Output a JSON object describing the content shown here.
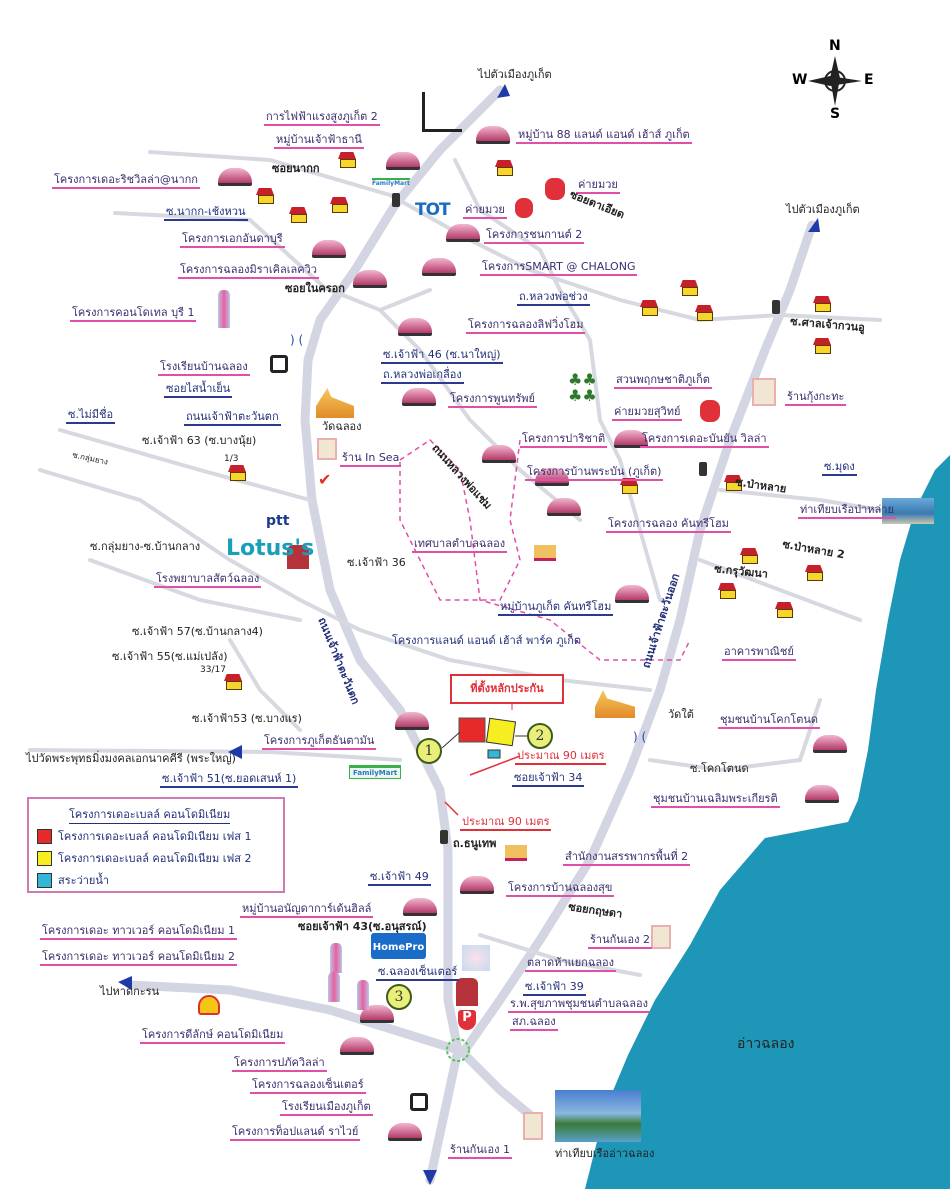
{
  "compass": {
    "n": "N",
    "s": "S",
    "e": "E",
    "w": "W"
  },
  "colors": {
    "sea": "#1e96b8",
    "road": "#d3d6e2",
    "pink": "#e04fa8",
    "blue": "#2b3a8f",
    "phase1": "#e62a2a",
    "phase2": "#f7ee22",
    "pool": "#35b6d8"
  },
  "labels": {
    "to_town_top": "ไปตัวเมืองภูเก็ต",
    "power_station": "การไฟฟ้าแรงสูงภูเก็ต 2",
    "chaofa_thani": "หมู่บ้านเจ้าฟ้าธานี",
    "village88": "หมู่บ้าน 88 แลนด์ แอนด์ เฮ้าส์ ภูเก็ต",
    "soi_nakok": "ซอยนากก",
    "rich_villa": "โครงการเดอะริชวิลล่า@นากก",
    "muay_camp1": "ค่ายมวย",
    "soi_nakok_cheng": "ซ.นากก-เช้งหวน",
    "muay_camp2": "ค่ายมวย",
    "soi_ta_iad": "ซอยตาเอียด",
    "ek_anda": "โครงการเอกอันดาบุรี",
    "chanokan": "โครงการชนกานต์ 2",
    "to_town_right": "ไปตัวเมืองภูเก็ต",
    "miracle_lake": "โครงการฉลองมิราเคิลเลควิว",
    "smart": "โครงการSMART @ CHALONG",
    "soi_nai_khrok": "ซอยในครอก",
    "lp_chuang": "ถ.หลวงพ่อช่วง",
    "condotel": "โครงการคอนโดเทล บุรี 1",
    "soi_shrine": "ซ.ศาลเจ้ากวนอู",
    "living_home": "โครงการฉลองลิฟวิ่งโฮม",
    "chaofa46": "ซ.เจ้าฟ้า 46 (ซ.นาใหญ่)",
    "school_chalong": "โรงเรียนบ้านฉลอง",
    "lp_kluea": "ถ.หลวงพ่อเกลื่อง",
    "botanic": "สวนพฤกษชาติภูเก็ต",
    "soi_sai_nam_yen": "ซอยไสน้ำเย็น",
    "poonsap": "โครงการพูนทรัพย์",
    "kung_kata": "ร้านกุ้งกะทะ",
    "muay_suwit": "ค่ายมวยสุวิทย์",
    "chaofa_west_rd": "ถนนเจ้าฟ้าตะวันตก",
    "wat_chalong": "วัดฉลอง",
    "soi_no_name": "ซ.ไม่มีชื่อ",
    "chaofa63": "ซ.เจ้าฟ้า 63 (ซ.บางนุ้ย)",
    "parichat": "โครงการปาริชาติ",
    "banyan": "โครงการเดอะบันยัน วิลล่า",
    "soi_klum_yang": "ซ.กลุ่มยาง",
    "in_sea": "ร้าน In Sea",
    "no_1_3": "1/3",
    "baan_phraban": "โครงการบ้านพระบัน (ภูเก็ต)",
    "soi_mudong": "ซ.มุดง",
    "soi_palai": "ซ.ป่าหลาย",
    "lp_chaem_rd": "ถนนหลวงพ่อแช่ม",
    "palai_pier": "ท่าเทียบเรือป่าหล่าย",
    "country_home": "โครงการฉลอง คันทรีโฮม",
    "klum_yang_ban_klang": "ซ.กลุ่มยาง-ซ.บ้านกลาง",
    "soi_palai2": "ซ.ป่าหลาย 2",
    "municipality": "เทศบาลตำบลฉลอง",
    "vet": "โรงพยาบาลสัตว์ฉลอง",
    "chaofa36": "ซ.เจ้าฟ้า 36",
    "soi_kru": "ซ.กรุวัฒนา",
    "phuket_country": "หมู่บ้านภูเก็ต คันทรีโฮม",
    "chaofa57": "ซ.เจ้าฟ้า 57(ซ.บ้านกลาง4)",
    "lh_park": "โครงการแลนด์ แอนด์ เฮ้าส์ พาร์ค ภูเก็ต",
    "commercial": "อาคารพาณิชย์",
    "chaofa55": "ซ.เจ้าฟ้า 55(ซ.แม่เปลัง)",
    "no_33_17": "33/17",
    "chaofa_west_rd2": "ถนนเจ้าฟ้าตะวันตก",
    "chaofa_east_rd": "ถนนเจ้าฟ้าตะวันออก",
    "collateral": "ที่ตั้งหลักประกัน",
    "wat_tai": "วัดใต้",
    "khok_tanod_comm": "ชุมชนบ้านโคกโตนด",
    "chaofa53": "ซ.เจ้าฟ้า53 (ซ.บางแร)",
    "phuket_dhantaman": "โครงการภูเก็ตธันตามัน",
    "approx90a": "ประมาณ 90 เมตร",
    "to_big_buddha": "ไปวัดพระพุทธมิ่งมงคลเอกนาคคีรี (พระใหญ่)",
    "soi_khok_tanod": "ซ.โคกโตนด",
    "soi_chaofa34": "ซอยเจ้าฟ้า 34",
    "chaofa51": "ซ.เจ้าฟ้า 51(ซ.ยอดเสนห์ 1)",
    "chalerm": "ชุมชนบ้านเฉลิมพระเกียรติ",
    "approx90b": "ประมาณ 90 เมตร",
    "thanuthep": "ถ.ธนูเทพ",
    "revenue": "สำนักงานสรรพากรพื้นที่ 2",
    "chaofa49": "ซ.เจ้าฟ้า 49",
    "chalong_suk": "โครงการบ้านฉลองสุข",
    "ananda": "หมู่บ้านอนัญดาการ์เด้นฮิลล์",
    "soi_kritsada": "ซอยกฤษดา",
    "chaofa43": "ซอยเจ้าฟ้า 43(ซ.อนุสรณ์)",
    "tower1": "โครงการเดอะ ทาวเวอร์ คอนโดมิเนียม 1",
    "kan_eng2": "ร้านกันเอง 2",
    "tower2": "โครงการเดอะ ทาวเวอร์ คอนโดมิเนียม 2",
    "market": "ตลาดห้าแยกฉลอง",
    "chalong_center_soi": "ซ.ฉลองเซ็นเตอร์",
    "to_karon": "ไปหาดกะรน",
    "chaofa39": "ซ.เจ้าฟ้า 39",
    "hospital": "ร.พ.สุขภาพชุมชนตำบลฉลอง",
    "police": "สภ.ฉลอง",
    "chalong_bay": "อ่าวฉลอง",
    "deelux": "โครงการดีลักษ์ คอนโดมิเนียม",
    "paphak": "โครงการปภัควิลล่า",
    "chalong_center": "โครงการฉลองเซ็นเตอร์",
    "muang_school": "โรงเรียนเมืองภูเก็ต",
    "topland": "โครงการท็อปแลนด์ ราไวย์",
    "kan_eng1": "ร้านกันเอง 1",
    "chalong_pier": "ท่าเทียบเรืออ่าวฉลอง"
  },
  "markers": {
    "one": "1",
    "two": "2",
    "three": "3"
  },
  "logos": {
    "familymart": "FamilyMart",
    "tot": "TOT",
    "ptt": "ptt",
    "lotus": "Lotus's",
    "homepro": "HomePro",
    "parking": "P"
  },
  "legend": {
    "title": "โครงการเดอะเบลล์ คอนโดมิเนียม",
    "items": [
      {
        "label": "โครงการเดอะเบลล์ คอนโดมิเนียม เฟส 1",
        "color": "#e62a2a"
      },
      {
        "label": "โครงการเดอะเบลล์ คอนโดมิเนียม เฟส 2",
        "color": "#f7ee22"
      },
      {
        "label": "สระว่ายน้ำ",
        "color": "#35b6d8"
      }
    ]
  }
}
